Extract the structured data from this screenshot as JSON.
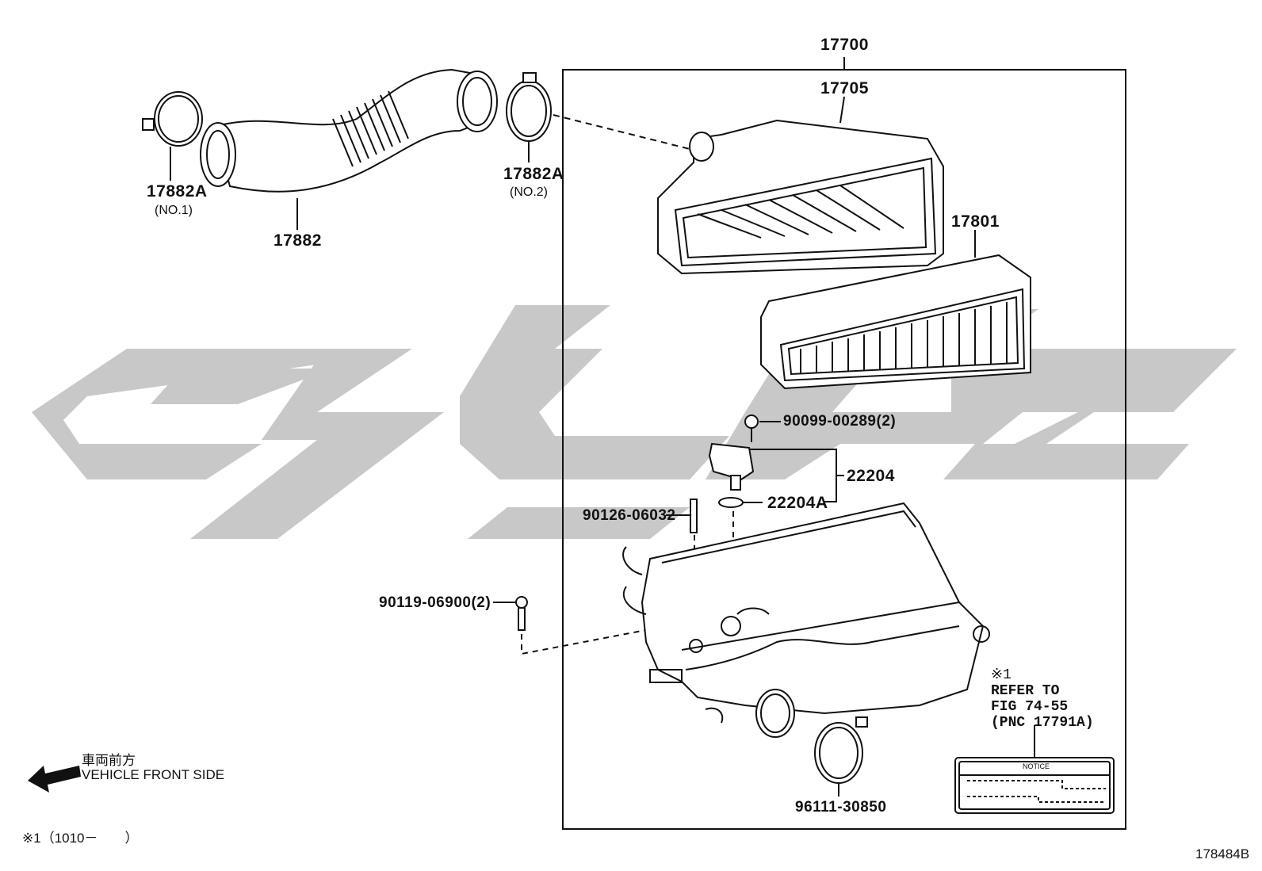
{
  "labels": {
    "assembly": "17700",
    "cap": "17705",
    "element": "17801",
    "hose": "17882",
    "clamp1": "17882A",
    "clamp1_sub": "(NO.1)",
    "clamp2": "17882A",
    "clamp2_sub": "(NO.2)",
    "screw": "90099-00289(2)",
    "sensor": "22204",
    "oring": "22204A",
    "stud": "90126-06032",
    "bolt": "90119-06900(2)",
    "hose_clamp": "96111-30850"
  },
  "note": {
    "mark": "※1",
    "line1": "REFER TO",
    "line2": "FIG 74-55",
    "line3": "(PNC 17791A)",
    "plate_text": "NOTICE"
  },
  "direction": {
    "jp": "車両前方",
    "en": "VEHICLE FRONT SIDE"
  },
  "footnote": "※1（1010－　　）",
  "figure_id": "178484B",
  "colors": {
    "line": "#111111",
    "watermark": "#c8c8c8"
  }
}
